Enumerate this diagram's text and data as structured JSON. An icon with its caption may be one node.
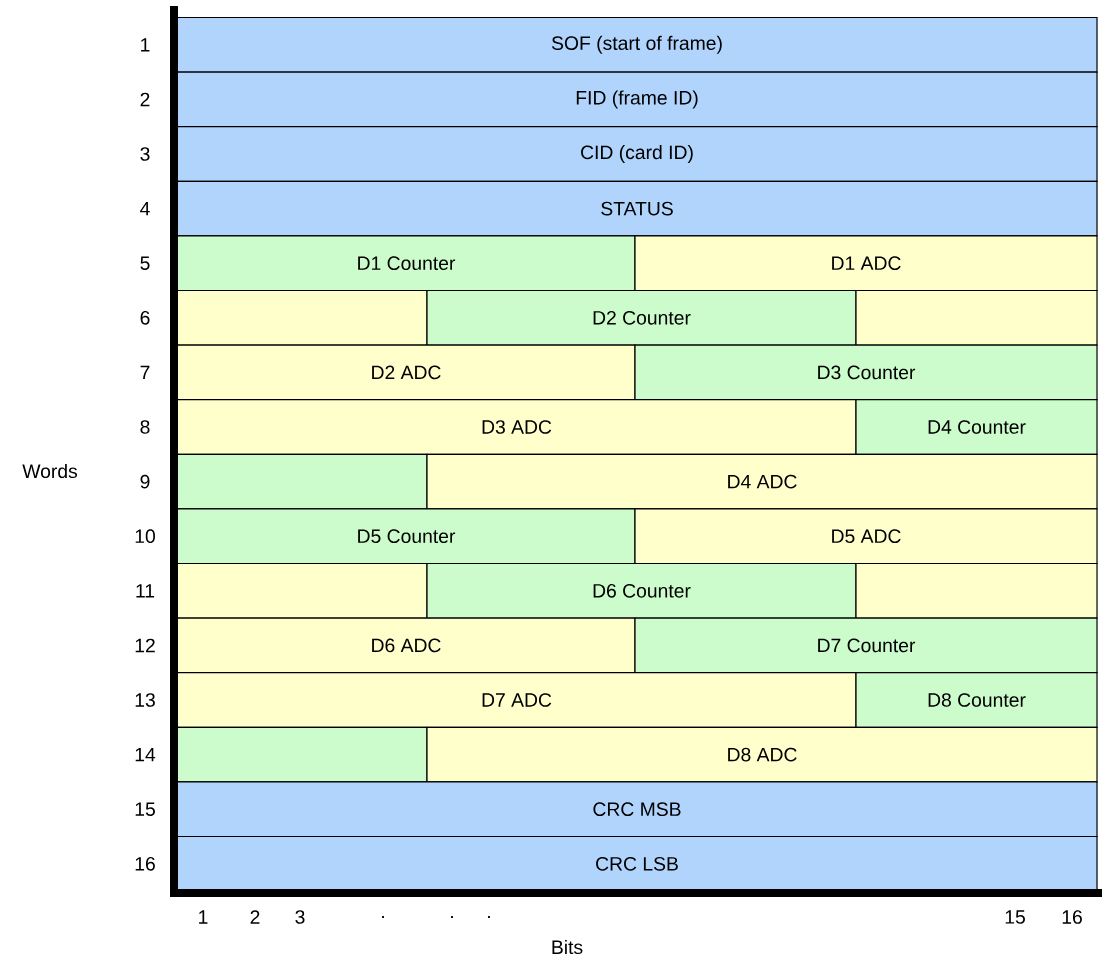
{
  "diagram": {
    "nodes": [
      {
        "text": [
          "SOF (start of frame)"
        ]
      },
      {
        "text": [
          "FID (frame ID)"
        ]
      },
      {
        "text": [
          "CID (card ID)"
        ]
      },
      {
        "text": [
          "STATUS"
        ]
      },
      {
        "text": [
          "D1 Counter"
        ]
      },
      {
        "text": [
          "D1 ADC"
        ]
      },
      {
        "text": [],
        "shape": "box"
      },
      {
        "text": [
          "D2 Counter"
        ]
      },
      {
        "text": [],
        "shape": "box"
      },
      {
        "text": [
          "D2 ADC"
        ]
      },
      {
        "text": [
          "D3 Counter"
        ]
      },
      {
        "text": [
          "D3 ADC"
        ]
      },
      {
        "text": [
          "D4 Counter"
        ]
      },
      {
        "text": [],
        "shape": "box"
      },
      {
        "text": [
          "D4 ADC"
        ]
      },
      {
        "text": [
          "D5 Counter"
        ]
      },
      {
        "text": [
          "D5 ADC"
        ]
      },
      {
        "text": [],
        "shape": "box"
      },
      {
        "text": [
          "D6 Counter"
        ]
      },
      {
        "text": [],
        "shape": "box"
      },
      {
        "text": [
          "D6 ADC"
        ]
      },
      {
        "text": [
          "D7 Counter"
        ]
      },
      {
        "text": [
          "D7 ADC"
        ]
      },
      {
        "text": [
          "D8 Counter"
        ]
      },
      {
        "text": [],
        "shape": "box"
      },
      {
        "text": [
          "D8 ADC"
        ]
      },
      {
        "text": [
          "CRC MSB"
        ]
      },
      {
        "text": [
          "CRC LSB"
        ]
      }
    ],
    "labels": [
      "1",
      "2",
      "3",
      "4",
      "5",
      "6",
      "7",
      "8",
      "9",
      "10",
      "11",
      "12",
      "13",
      "14",
      "15",
      "16",
      "Words",
      "1",
      "2",
      "3",
      ".",
      ".",
      ".",
      "15",
      "16",
      "Bits"
    ]
  }
}
